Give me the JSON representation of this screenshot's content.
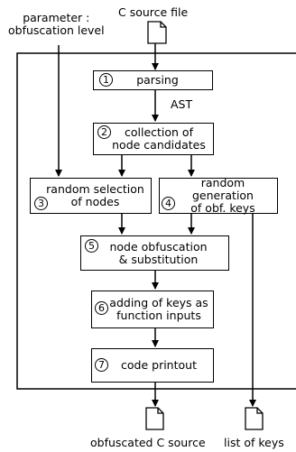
{
  "top_labels": {
    "parameter": "parameter :\nobfuscation level",
    "source": "C source file"
  },
  "steps": [
    {
      "num": "1",
      "label": "parsing"
    },
    {
      "num": "2",
      "label": "collection of\nnode candidates"
    },
    {
      "num": "3",
      "label": "random selection\nof nodes"
    },
    {
      "num": "4",
      "label": "random generation\nof obf. keys"
    },
    {
      "num": "5",
      "label": "node obfuscation\n& substitution"
    },
    {
      "num": "6",
      "label": "adding of keys as\nfunction inputs"
    },
    {
      "num": "7",
      "label": "code printout"
    }
  ],
  "edge_labels": {
    "ast": "AST"
  },
  "outputs": {
    "obfuscated": "obfuscated C source",
    "keys": "list of keys"
  }
}
